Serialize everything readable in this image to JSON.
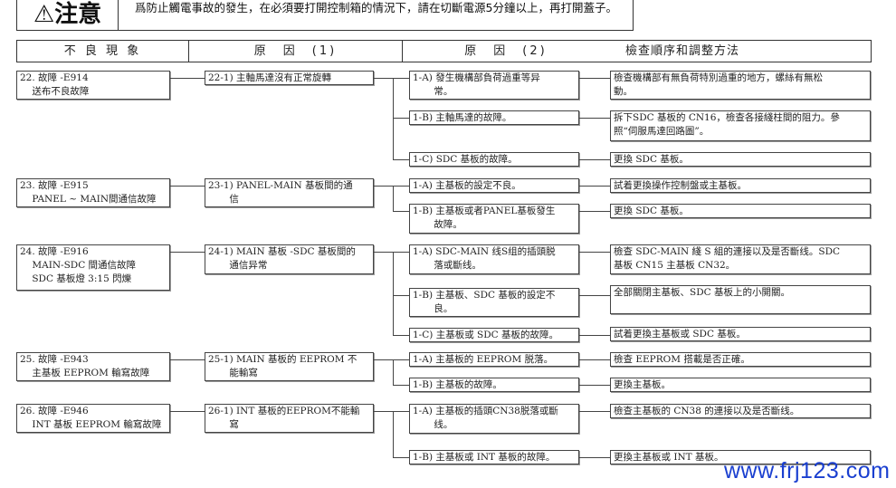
{
  "caution": {
    "icon": "warning-triangle-icon",
    "title": "注意",
    "text": "爲防止觸電事故的發生，在必須要打開控制箱的情況下，請在切斷電源5分鐘以上，再打開蓋子。"
  },
  "header": {
    "col1": "不 良 現 象",
    "col2": "原　因　(1)",
    "col3": "原　因　(2)",
    "col4": "檢查順序和調整方法"
  },
  "rows": [
    {
      "fault": "22. 故障 -E914\n    送布不良故障",
      "cause1": "22-1) 主軸馬達沒有正常旋轉",
      "causes2": [
        {
          "cause": "1-A) 發生機構部負荷過重等异\n       常。",
          "action": "檢查機構部有無負荷特別過重的地方，螺絲有無松\n動。"
        },
        {
          "cause": "1-B) 主軸馬達的故障。",
          "action": "拆下SDC 基板的 CN16，檢查各接綫柱間的阻力。參\n照“伺服馬達回路圖”。"
        },
        {
          "cause": "1-C) SDC 基板的故障。",
          "action": "更換 SDC 基板。"
        }
      ]
    },
    {
      "fault": "23. 故障 -E915\n    PANEL ~ MAIN間通信故障",
      "cause1": "23-1) PANEL-MAIN 基板間的通\n       信",
      "causes2": [
        {
          "cause": "1-A) 主基板的設定不良。",
          "action": "試着更換操作控制盤或主基板。"
        },
        {
          "cause": "1-B) 主基板或者PANEL基板發生\n       故障。",
          "action": "更換 SDC 基板。"
        }
      ]
    },
    {
      "fault": "24. 故障 -E916\n    MAIN-SDC 間通信故障\n    SDC 基板燈 3:15 閃爍",
      "cause1": "24-1) MAIN 基板 -SDC 基板間的\n       通信异常",
      "causes2": [
        {
          "cause": "1-A) SDC-MAIN 线S组的插頭脱\n       落或斷线。",
          "action": "檢查 SDC-MAIN 綫 S 組的連接以及是否斷线。SDC\n基板 CN15 主基板 CN32。"
        },
        {
          "cause": "1-B) 主基板、SDC 基板的設定不\n       良。",
          "action": "全部關閉主基板、SDC 基板上的小開關。"
        },
        {
          "cause": "1-C) 主基板或 SDC 基板的故障。",
          "action": "試着更換主基板或 SDC 基板。"
        }
      ]
    },
    {
      "fault": "25. 故障 -E943\n    主基板 EEPROM 輸寫故障",
      "cause1": "25-1) MAIN 基板的 EEPROM 不\n       能輸寫",
      "causes2": [
        {
          "cause": "1-A) 主基板的 EEPROM 脱落。",
          "action": "檢查 EEPROM 搭載是否正確。"
        },
        {
          "cause": "1-B) 主基板的故障。",
          "action": "更換主基板。"
        }
      ]
    },
    {
      "fault": "26. 故障 -E946\n    INT 基板 EEPROM 輸寫故障",
      "cause1": "26-1) INT 基板的EEPROM不能輸\n       寫",
      "causes2": [
        {
          "cause": "1-A) 主基板的插頭CN38脱落或斷\n       线。",
          "action": "檢查主基板的 CN38 的連接以及是否斷线。"
        },
        {
          "cause": "1-B) 主基板或 INT 基板的故障。",
          "action": "更換主基板或 INT 基板。"
        }
      ]
    }
  ],
  "watermark": "www.frj123.com"
}
